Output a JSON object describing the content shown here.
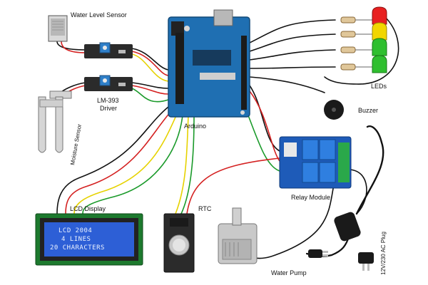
{
  "labels": {
    "water_level_sensor": "Water Level Sensor",
    "moisture_sensor": "Moisture Sensor",
    "lm393_line1": "LM-393",
    "lm393_line2": "Driver",
    "arduino": "Arduino",
    "leds": "LEDs",
    "buzzer": "Buzzer",
    "relay_module": "Relay Module",
    "lcd_display": "LCD Display",
    "rtc": "RTC",
    "water_pump": "Water Pump",
    "ac_plug": "12V/230 AC Plug"
  },
  "lcd_screen": {
    "line1": "LCD 2004",
    "line2": "4 LINES",
    "line3": "20 CHARACTERS"
  },
  "colors": {
    "arduino_board": "#1f6fb2",
    "lcd_screen": "#2d5fd6",
    "led_red": "#e82020",
    "led_yellow": "#f2d600",
    "led_green": "#2fbf2f",
    "relay_board": "#1e5bb8",
    "wire_red": "#d42020",
    "wire_black": "#111111",
    "wire_yellow": "#e6d200",
    "wire_green": "#1a9a2a"
  }
}
